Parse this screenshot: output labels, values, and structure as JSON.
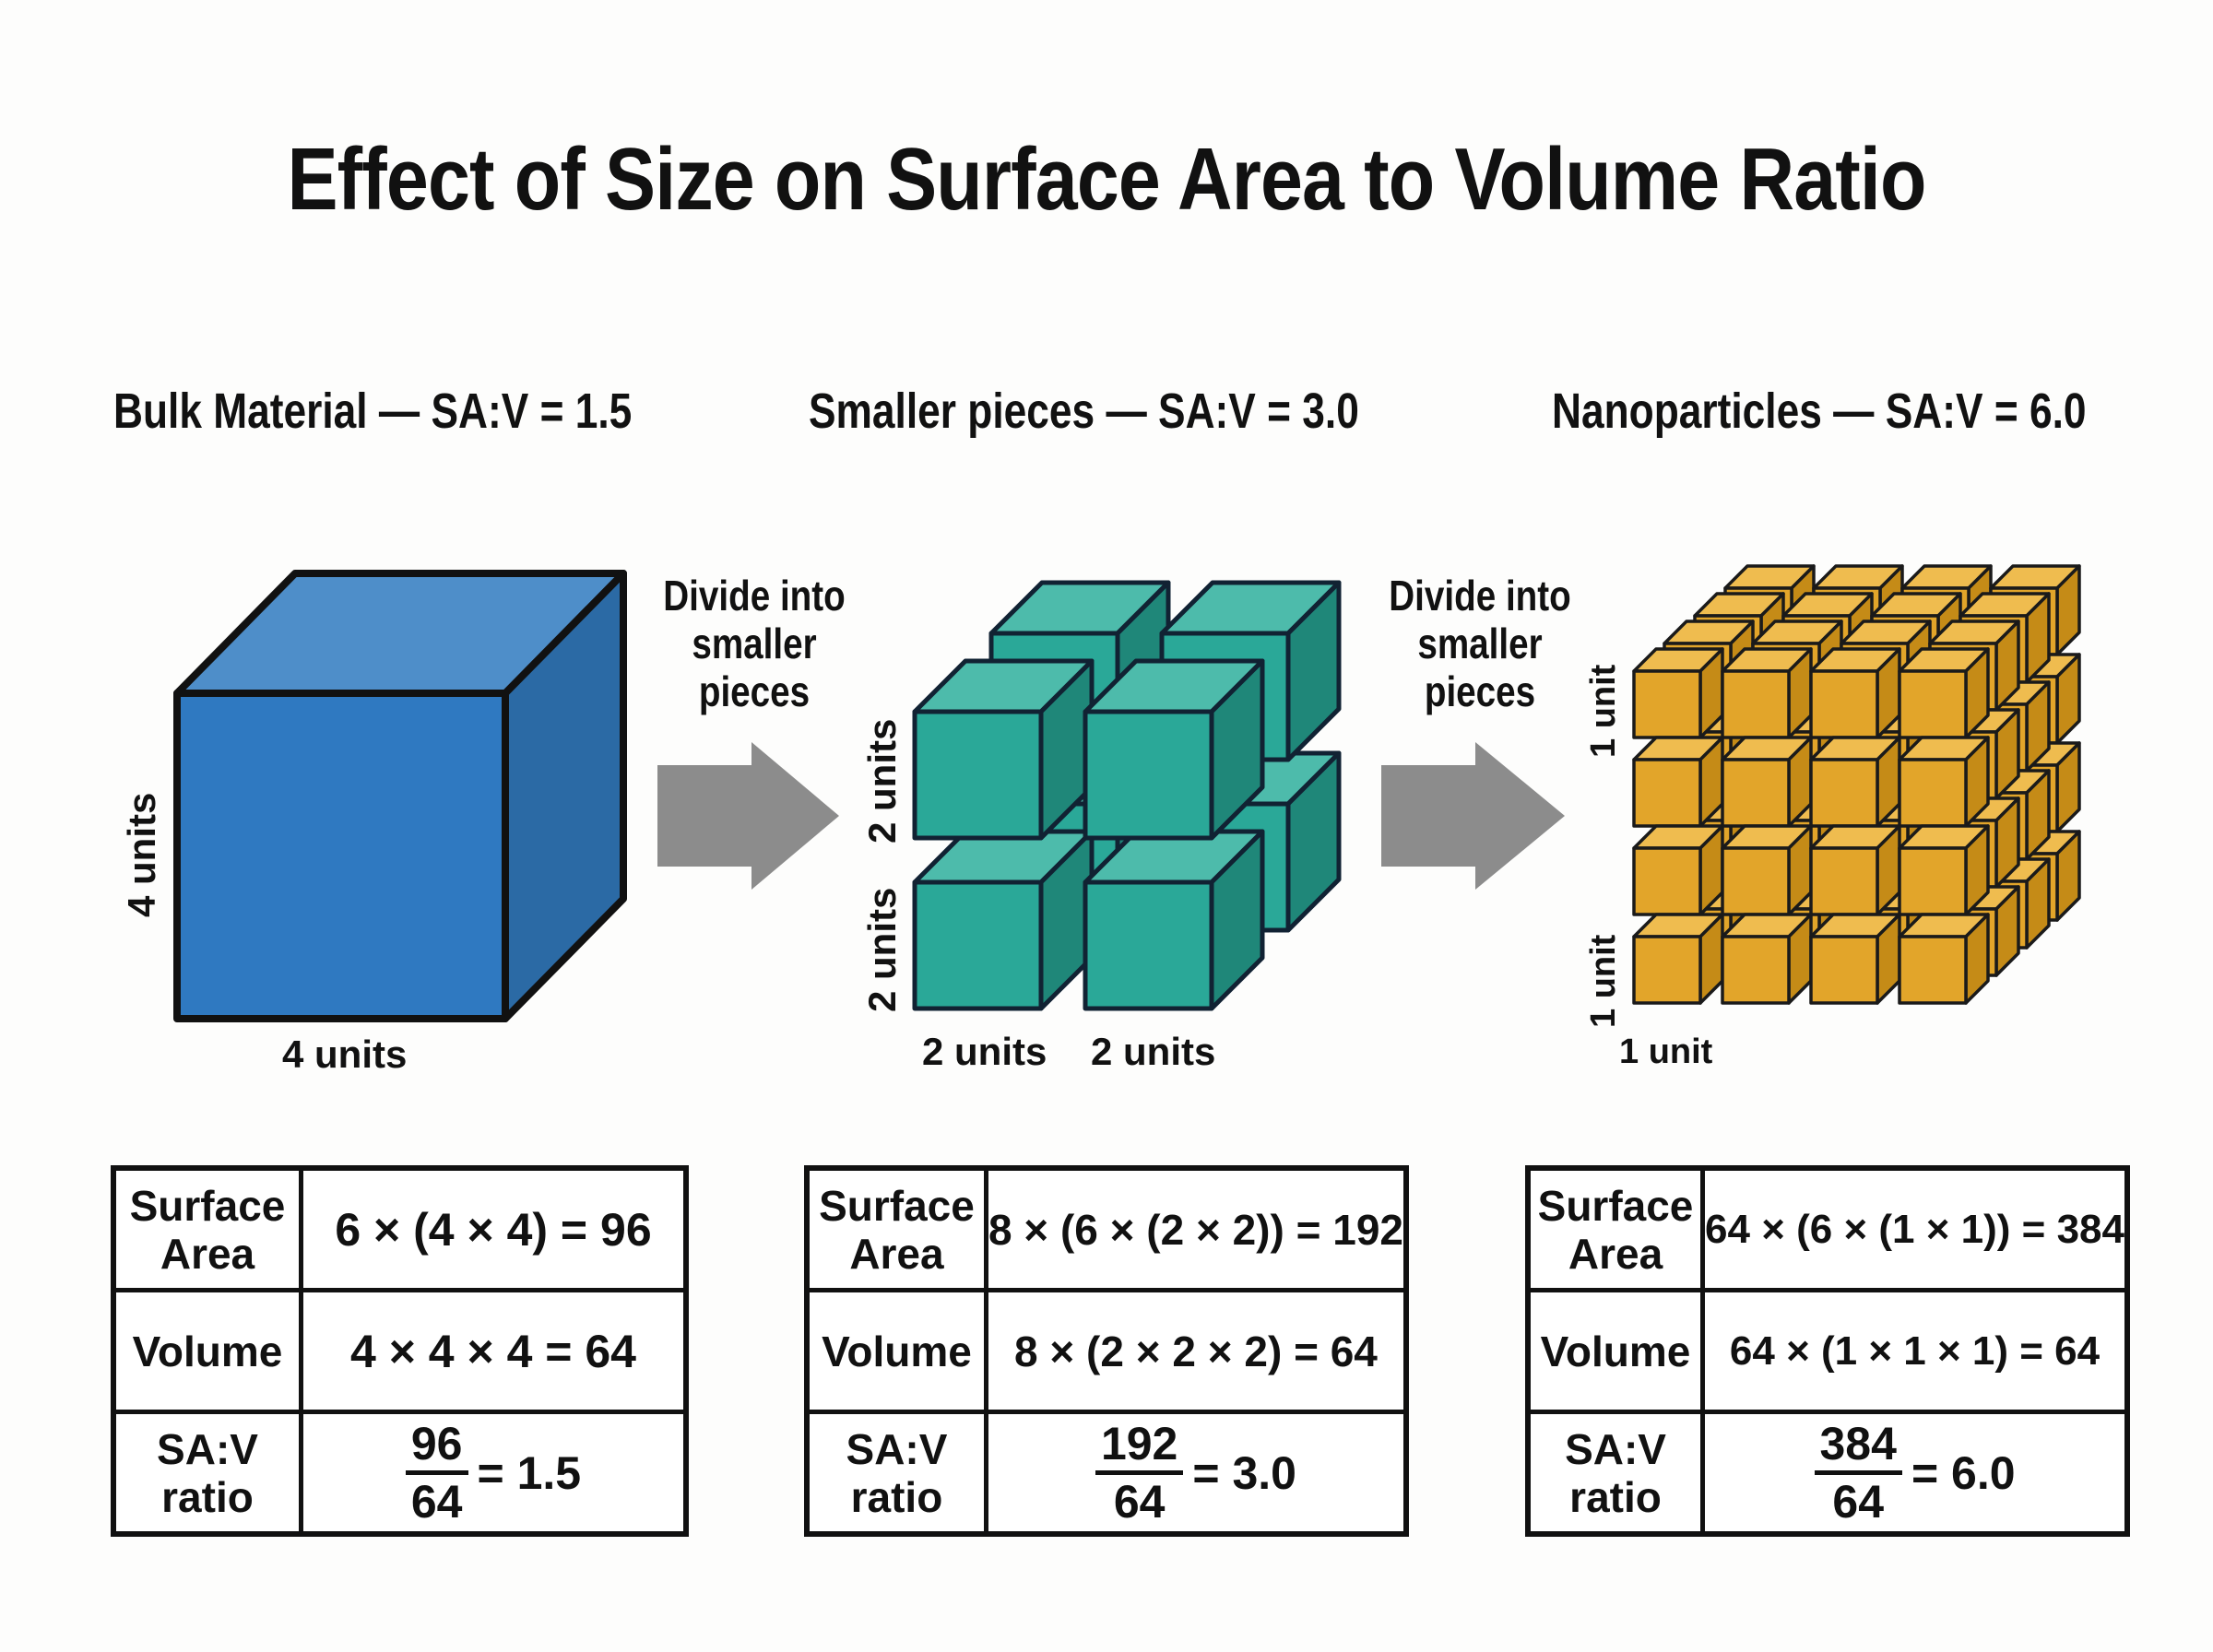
{
  "title": "Effect of Size on Surface Area to Volume Ratio",
  "panels": [
    {
      "heading": "Bulk Material — SA:V = 1.5",
      "color": "#2f79c1",
      "dims": {
        "vertical": "4 units",
        "horizontal": "4 units"
      },
      "table": {
        "surface_area_label": "Surface Area",
        "surface_area_value": "6 × (4 × 4) = 96",
        "volume_label": "Volume",
        "volume_value": "4 × 4 × 4 = 64",
        "ratio_label": "SA:V ratio",
        "ratio_numerator": "96",
        "ratio_denominator": "64",
        "ratio_result": "= 1.5"
      }
    },
    {
      "heading": "Smaller pieces — SA:V = 3.0",
      "color": "#2aa898",
      "dims": {
        "vertical_top": "2 units",
        "vertical_bottom": "2 units",
        "horizontal_left": "2 units",
        "horizontal_right": "2 units"
      },
      "table": {
        "surface_area_label": "Surface Area",
        "surface_area_value": "8 × (6 × (2 × 2)) = 192",
        "volume_label": "Volume",
        "volume_value": "8 × (2 × 2 × 2) = 64",
        "ratio_label": "SA:V ratio",
        "ratio_numerator": "192",
        "ratio_denominator": "64",
        "ratio_result": "= 3.0"
      }
    },
    {
      "heading": "Nanoparticles — SA:V = 6.0",
      "color": "#e2a52a",
      "dims": {
        "vertical_top": "1 unit",
        "vertical_bottom": "1 unit",
        "horizontal": "1 unit"
      },
      "table": {
        "surface_area_label": "Surface Area",
        "surface_area_value": "64 × (6 × (1 × 1)) = 384",
        "volume_label": "Volume",
        "volume_value": "64 × (1 × 1 × 1) = 64",
        "ratio_label": "SA:V ratio",
        "ratio_numerator": "384",
        "ratio_denominator": "64",
        "ratio_result": "= 6.0"
      }
    }
  ],
  "arrows": [
    {
      "label_lines": [
        "Divide into",
        "smaller",
        "pieces"
      ]
    },
    {
      "label_lines": [
        "Divide into",
        "smaller",
        "pieces"
      ]
    }
  ]
}
